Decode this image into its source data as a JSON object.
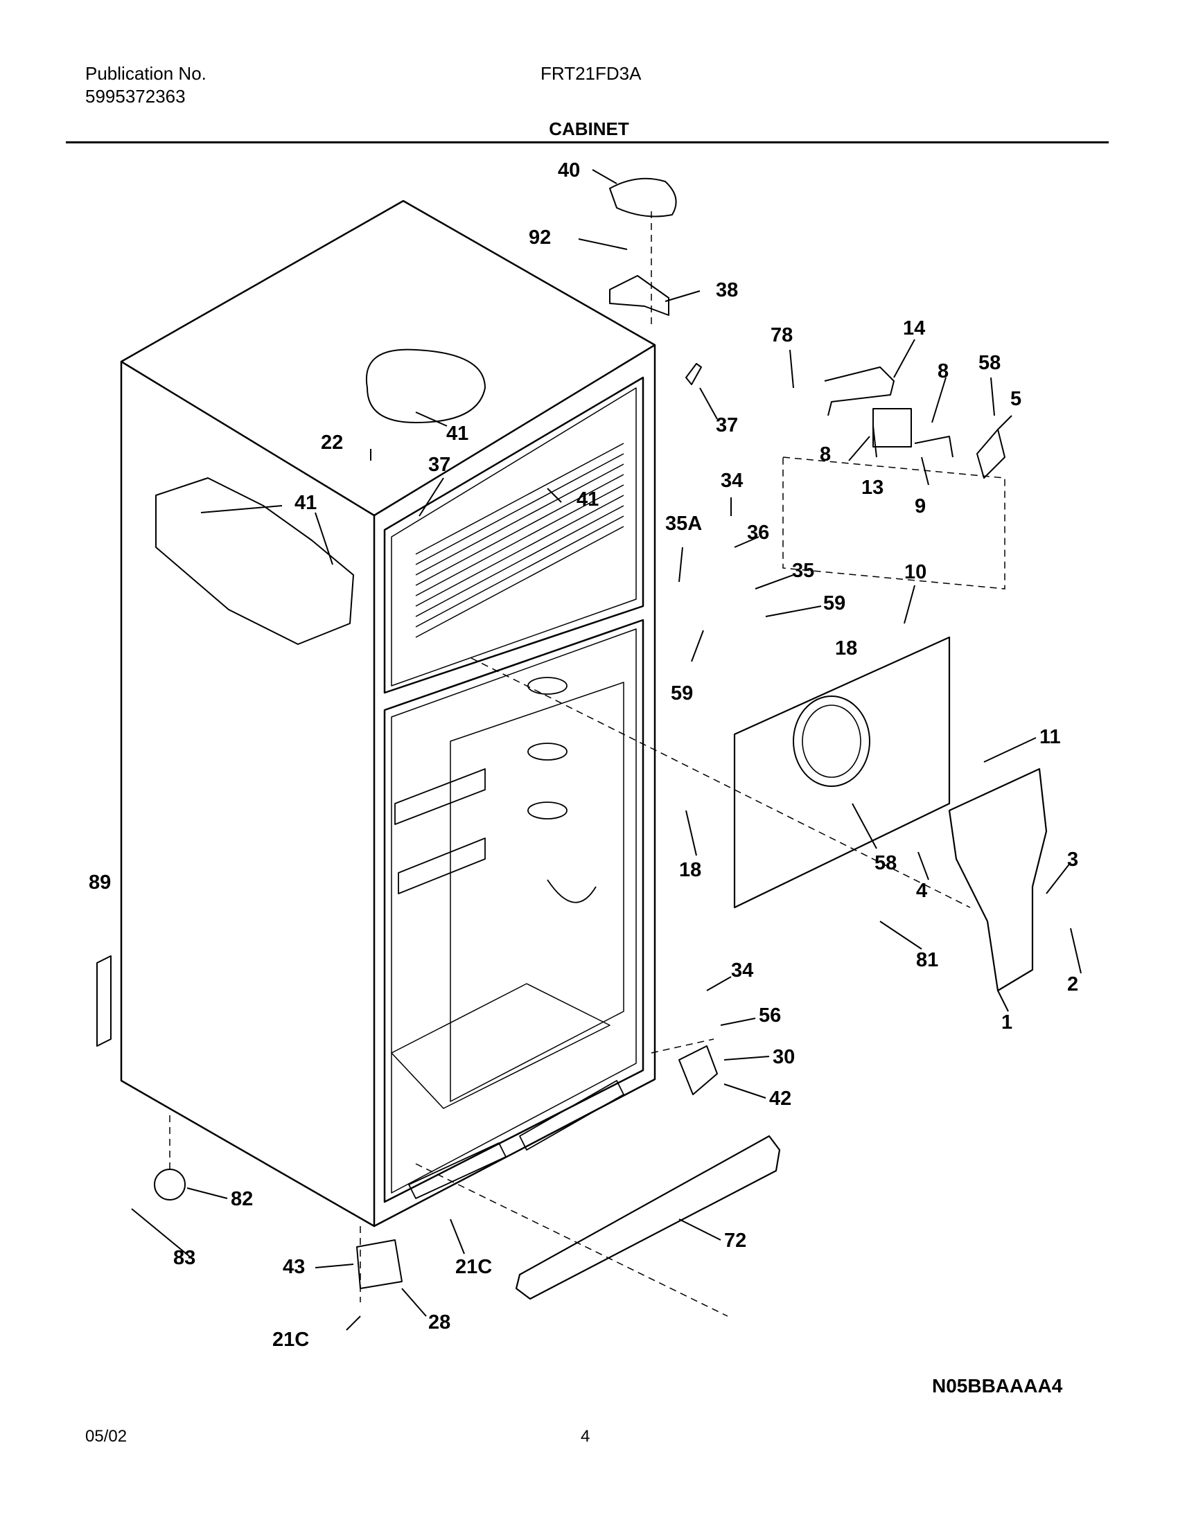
{
  "header": {
    "publication_label": "Publication No.",
    "publication_number": "5995372363",
    "model": "FRT21FD3A",
    "section_title": "CABINET"
  },
  "diagram": {
    "callouts": [
      "40",
      "92",
      "38",
      "78",
      "14",
      "8",
      "58",
      "5",
      "37",
      "41",
      "22",
      "37",
      "41",
      "41",
      "8",
      "13",
      "9",
      "34",
      "35A",
      "36",
      "35",
      "59",
      "10",
      "18",
      "59",
      "11",
      "18",
      "58",
      "4",
      "3",
      "89",
      "81",
      "2",
      "1",
      "34",
      "56",
      "30",
      "42",
      "82",
      "72",
      "83",
      "43",
      "21C",
      "28",
      "21C"
    ]
  },
  "footer": {
    "diagram_code": "N05BBAAAA4",
    "date": "05/02",
    "page_number": "4"
  }
}
